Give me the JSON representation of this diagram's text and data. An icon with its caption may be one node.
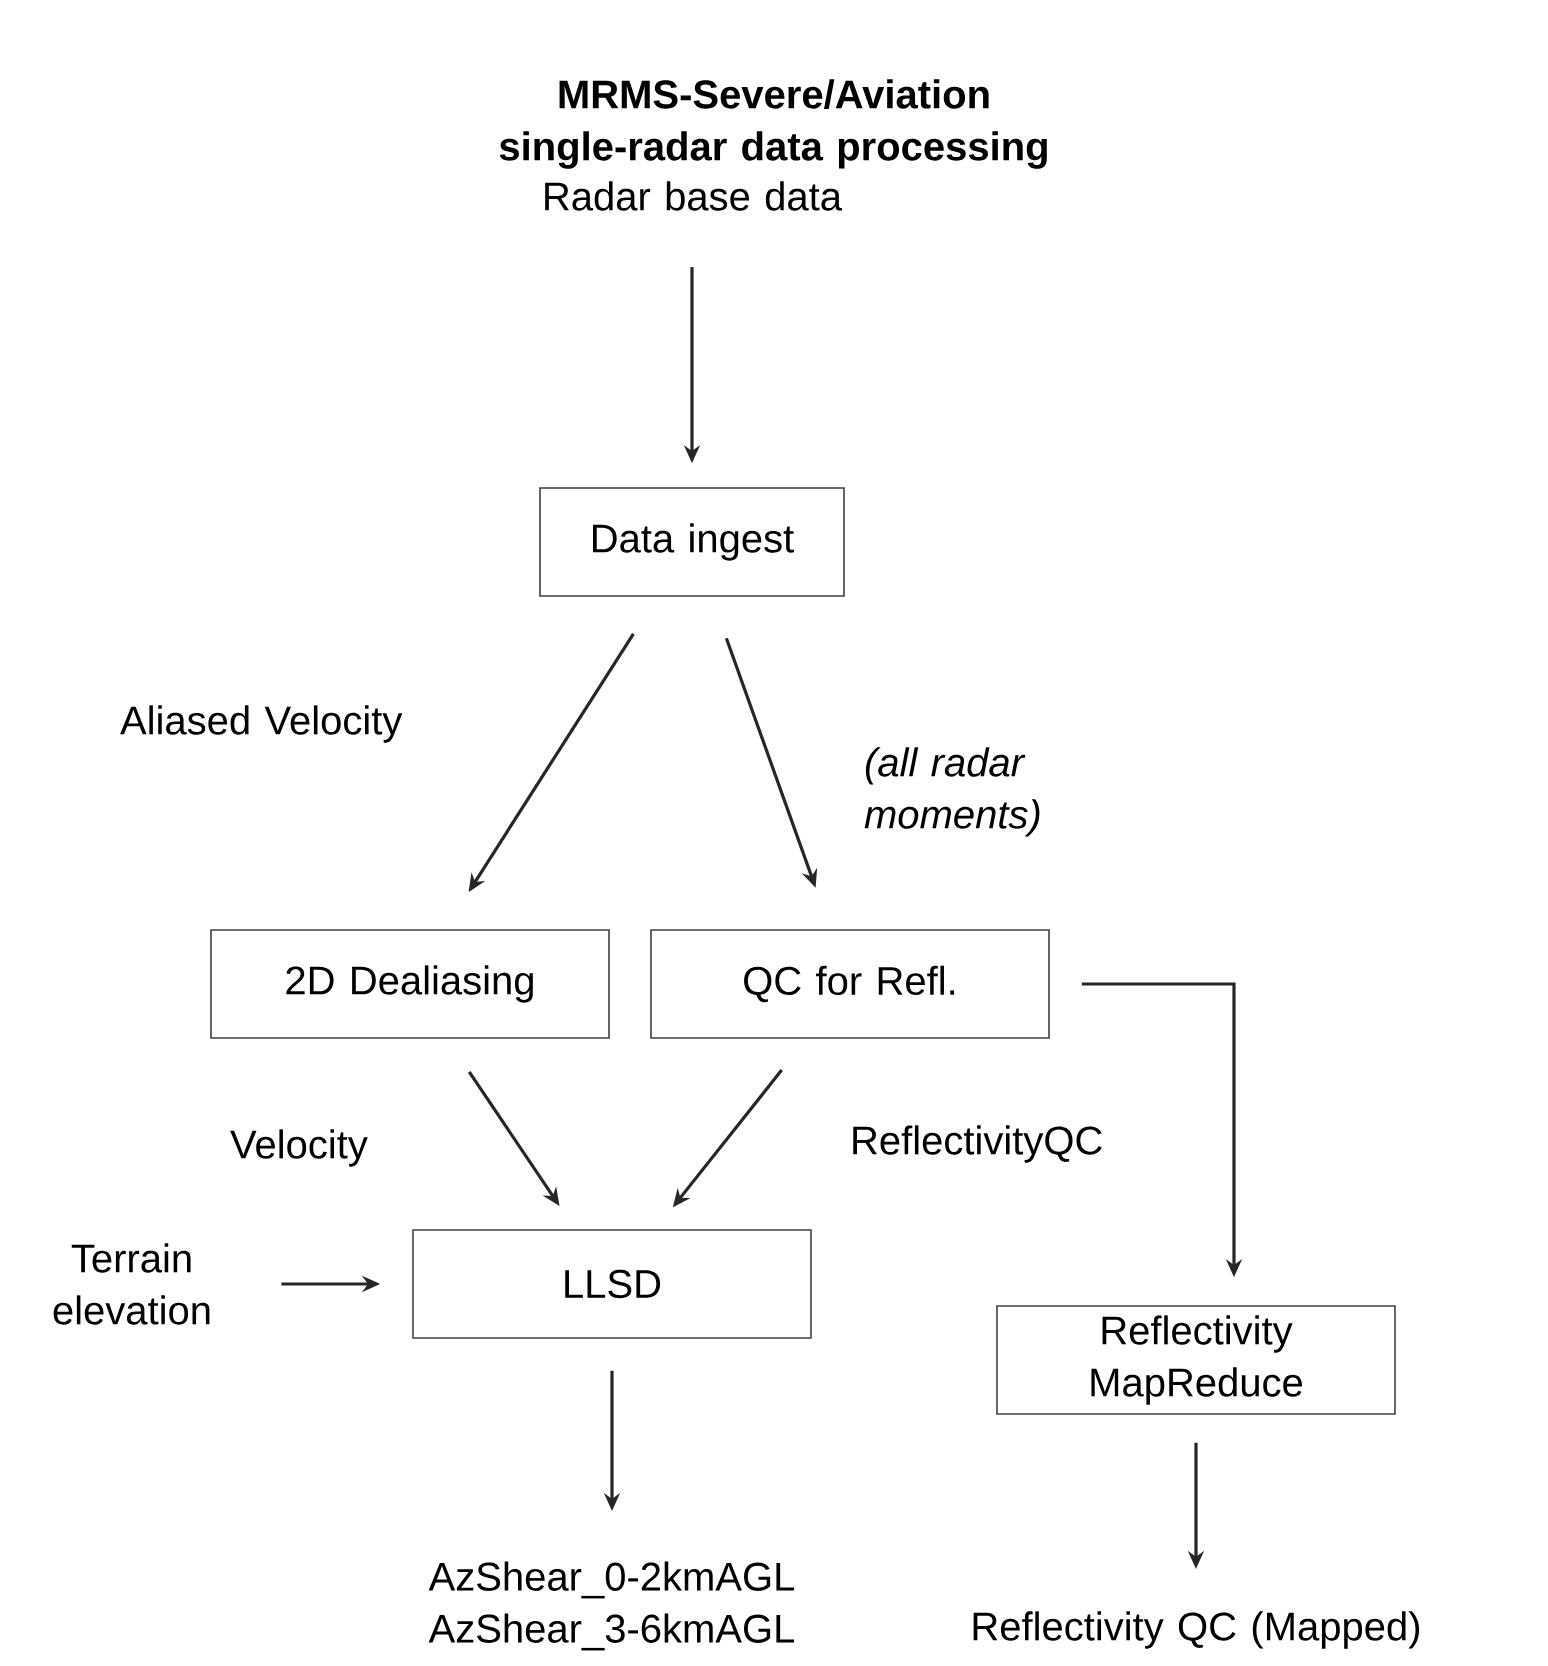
{
  "diagram": {
    "title": "MRMS-Severe/Aviation single-radar data processing",
    "nodes": [
      {
        "text": [
          "Radar base data"
        ]
      },
      {
        "text": [
          "Data ingest"
        ]
      },
      {
        "text": [
          "2D Dealiasing"
        ]
      },
      {
        "text": [
          "QC for Refl."
        ]
      },
      {
        "text": [
          "LLSD"
        ]
      },
      {
        "text": [
          "Terrain elevation"
        ]
      },
      {
        "text": [
          "Reflectivity MapReduce"
        ]
      },
      {
        "text": [
          "AzShear_0-2kmAGL",
          "AzShear_3-6kmAGL"
        ]
      },
      {
        "text": [
          "Reflectivity QC (Mapped)"
        ]
      }
    ],
    "edges": [
      {
        "from": 0,
        "to": 1,
        "arrow": "to"
      },
      {
        "from": 1,
        "to": 2,
        "arrow": "to",
        "label": "Aliased Velocity"
      },
      {
        "from": 1,
        "to": 3,
        "arrow": "to",
        "label": "(all radar moments)"
      },
      {
        "from": 2,
        "to": 4,
        "arrow": "to",
        "label": "Velocity"
      },
      {
        "from": 3,
        "to": 4,
        "arrow": "to"
      },
      {
        "from": 5,
        "to": 4,
        "arrow": "to"
      },
      {
        "from": 3,
        "to": 6,
        "arrow": "to",
        "label": "ReflectivityQC"
      },
      {
        "from": 4,
        "to": 7,
        "arrow": "to"
      },
      {
        "from": 6,
        "to": 8,
        "arrow": "to"
      }
    ]
  }
}
